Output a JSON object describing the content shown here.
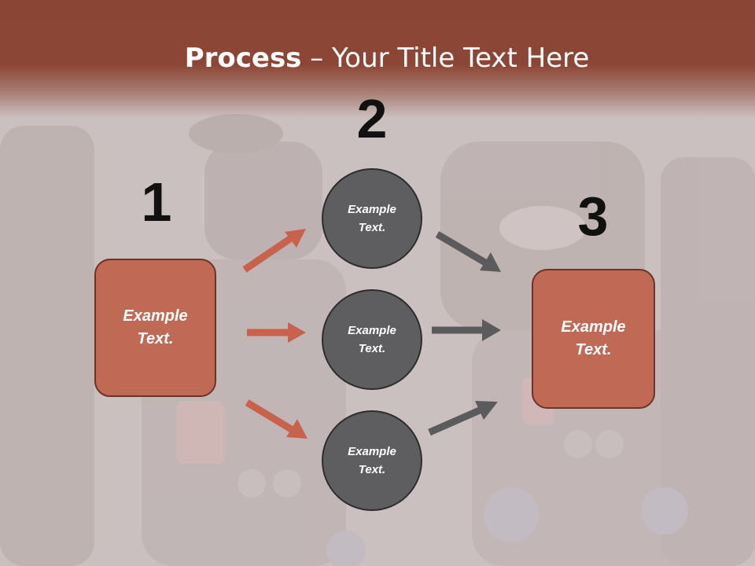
{
  "title": {
    "bold": "Process",
    "rest": " – Your Title Text Here"
  },
  "steps": {
    "n1": "1",
    "n2": "2",
    "n3": "3"
  },
  "boxes": {
    "left": {
      "line1": "Example",
      "line2": "Text."
    },
    "right": {
      "line1": "Example",
      "line2": "Text."
    }
  },
  "circles": [
    {
      "line1": "Example",
      "line2": "Text."
    },
    {
      "line1": "Example",
      "line2": "Text."
    },
    {
      "line1": "Example",
      "line2": "Text."
    }
  ],
  "colors": {
    "header": "#8b4535",
    "box_fill": "#c06a55",
    "circle_fill": "#5e5e60",
    "arrow_red": "#c8624c",
    "arrow_gray": "#5b5b5d"
  }
}
